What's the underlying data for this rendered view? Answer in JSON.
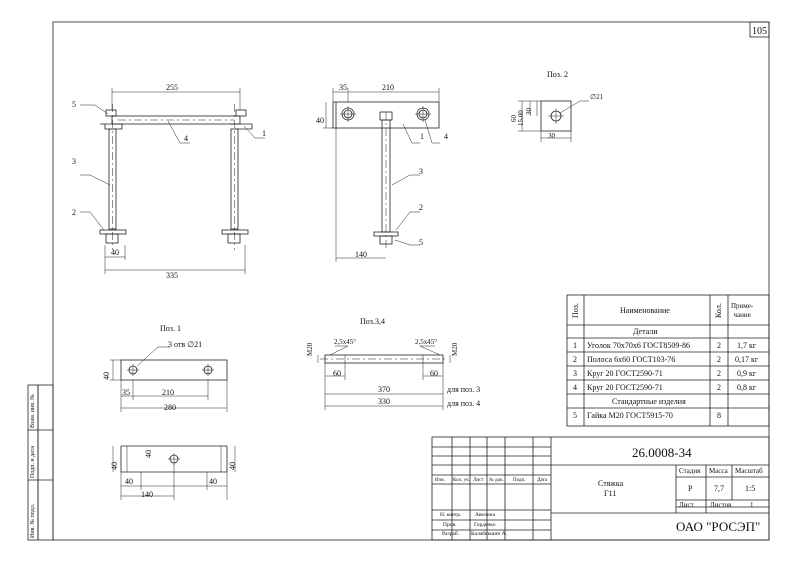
{
  "sheet": {
    "page_number": "105",
    "doc_code": "26.0008-34",
    "title_line1": "Стяжка",
    "title_line2": "Г11",
    "company": "ОАО \"РОСЭП\""
  },
  "title_block": {
    "stage_label": "Стадия",
    "mass_label": "Масса",
    "scale_label": "Масштаб",
    "stage": "Р",
    "mass": "7,7",
    "scale": "1:5",
    "sheet_label": "Лист",
    "sheets_label": "Листов",
    "sheets": "1",
    "col_izm": "Изм.",
    "col_kol": "Кол. уч.",
    "col_list": "Лист",
    "col_ndok": "№ док.",
    "col_podp": "Подп.",
    "col_data": "Дата",
    "roles": [
      "Н. контр.",
      "Пров.",
      "Разраб."
    ],
    "names": [
      "Авелина",
      "Горденко",
      "Калабекшин А."
    ]
  },
  "side_stamp": [
    "Инв. № подл.",
    "Подп. и дата",
    "Взам. инв. №"
  ],
  "spec_table": {
    "headers": [
      "Поз.",
      "Наименование",
      "Кол.",
      "Приме-\nчание"
    ],
    "section_details": "Детали",
    "section_standard": "Стандартные изделия",
    "rows": [
      {
        "pos": "1",
        "name": "Уголок 70х70х6 ГОСТ8509-86",
        "qty": "2",
        "note": "1,7 кг"
      },
      {
        "pos": "2",
        "name": "Полоса 6х60 ГОСТ103-76",
        "qty": "2",
        "note": "0,17 кг"
      },
      {
        "pos": "3",
        "name": "Круг 20 ГОСТ2590-71",
        "qty": "2",
        "note": "0,9 кг"
      },
      {
        "pos": "4",
        "name": "Круг 20 ГОСТ2590-71",
        "qty": "2",
        "note": "0,8 кг"
      }
    ],
    "std_rows": [
      {
        "pos": "5",
        "name": "Гайка М20 ГОСТ5915-70",
        "qty": "8",
        "note": ""
      }
    ]
  },
  "view_front": {
    "dim_top": "255",
    "dim_bottom_total": "335",
    "dim_bottom_small": "40",
    "callouts": [
      "5",
      "1",
      "4",
      "3",
      "2"
    ]
  },
  "view_side": {
    "dim_top_small": "35",
    "dim_top": "210",
    "dim_left": "40",
    "dim_bottom": "140",
    "callouts": [
      "1",
      "4",
      "3",
      "2",
      "5"
    ]
  },
  "poz2": {
    "title": "Поз. 2",
    "dim_60": "60",
    "dim_15": "15,00",
    "dim_30v": "30",
    "dim_30h": "30",
    "hole": "∅21"
  },
  "poz1": {
    "title": "Поз. 1",
    "holes": "3 отв ∅21",
    "dim_40": "40",
    "dim_35": "35",
    "dim_210": "210",
    "dim_280": "280"
  },
  "poz34": {
    "title": "Поз.3,4",
    "m20_left": "М20",
    "m20_right": "М20",
    "chamfer_left": "2,5х45°",
    "chamfer_right": "2,5х45°",
    "dim_60_left": "60",
    "dim_60_right": "60",
    "dim_370": "370",
    "dim_330": "330",
    "for3": "для поз. 3",
    "for4": "для поз. 4"
  },
  "view_angle": {
    "dim_40_left": "40",
    "dim_40_mid": "40",
    "dim_40_right": "40",
    "dim_40_bl": "40",
    "dim_40_br": "40",
    "dim_140": "140"
  }
}
